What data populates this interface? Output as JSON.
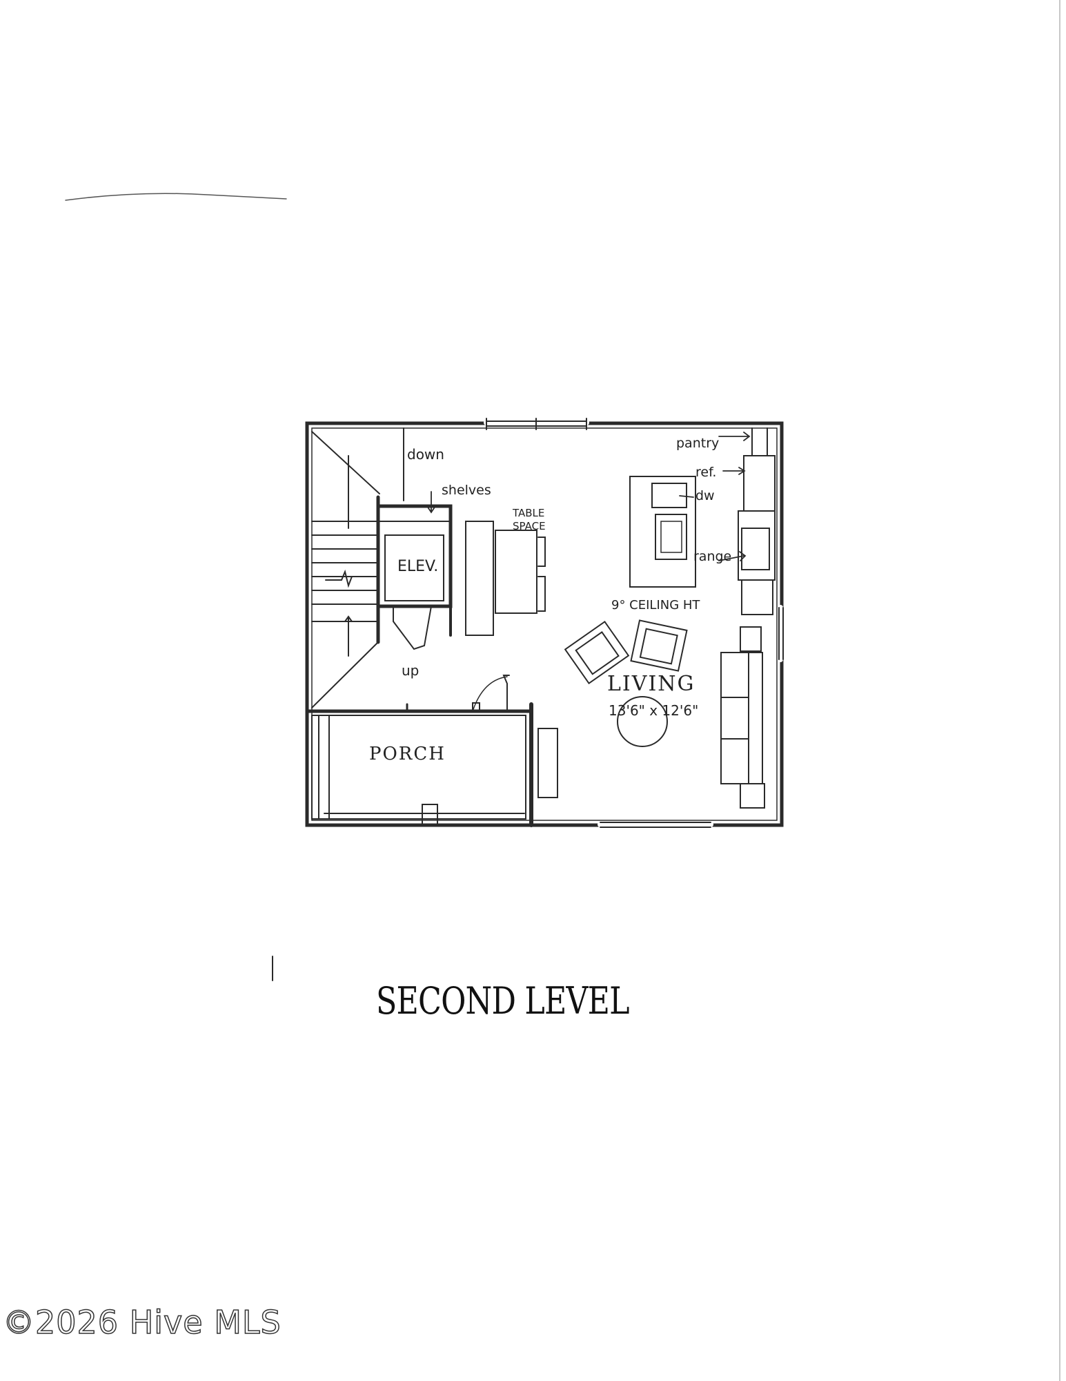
{
  "plan": {
    "labels": {
      "down": "down",
      "shelves": "shelves",
      "table_space_1": "TABLE",
      "table_space_2": "SPACE",
      "pantry": "pantry",
      "ref": "ref.",
      "dw": "dw",
      "range": "range",
      "elev": "ELEV.",
      "ceiling": "9° CEILING HT",
      "living": "LIVING",
      "living_dims": "13'6\" x 12'6\"",
      "up": "up",
      "porch": "PORCH"
    }
  },
  "title": "SECOND LEVEL",
  "watermark": "©2026 Hive MLS"
}
